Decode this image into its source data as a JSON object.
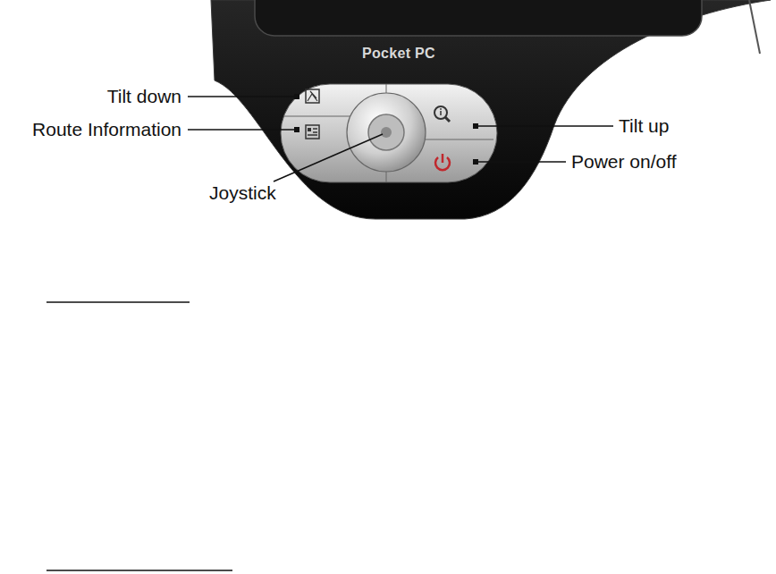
{
  "diagram": {
    "labels": [
      "Pocket PC",
      "Tilt down",
      "Route Information",
      "Tilt up",
      "Power on/off",
      "Joystick"
    ]
  }
}
